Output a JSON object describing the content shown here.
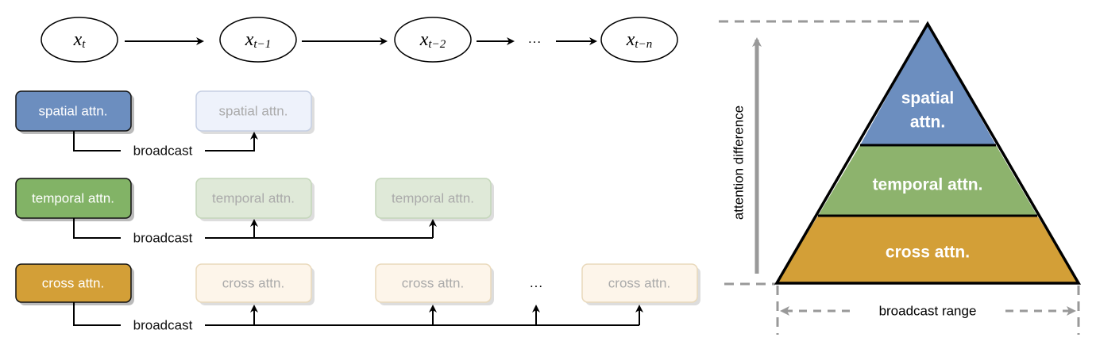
{
  "sequence": {
    "nodes": [
      {
        "base": "x",
        "sub": "t"
      },
      {
        "base": "x",
        "sub": "t−1"
      },
      {
        "base": "x",
        "sub": "t−2"
      },
      {
        "base": "x",
        "sub": "t−n"
      }
    ],
    "ellipsis": "···"
  },
  "rows": [
    {
      "label": "spatial attn.",
      "fill": "#6c8ebf",
      "faded_fill": "#eef2fb",
      "faded_stroke": "#c5cfe3",
      "broadcast": "broadcast"
    },
    {
      "label": "temporal attn.",
      "fill": "#82b366",
      "faded_fill": "#dfe9d8",
      "faded_stroke": "#c4d6ba",
      "broadcast": "broadcast"
    },
    {
      "label": "cross attn.",
      "fill": "#d39f37",
      "faded_fill": "#fdf5ea",
      "faded_stroke": "#e9d9bb",
      "broadcast": "broadcast"
    }
  ],
  "row_ellipsis": "···",
  "pyramid": {
    "layers": [
      {
        "label_line1": "spatial",
        "label_line2": "attn.",
        "fill": "#6c8ebf"
      },
      {
        "label": "temporal attn.",
        "fill": "#8db36d"
      },
      {
        "label": "cross attn.",
        "fill": "#d39f37"
      }
    ],
    "y_axis_label": "attention difference",
    "x_axis_label": "broadcast range"
  }
}
